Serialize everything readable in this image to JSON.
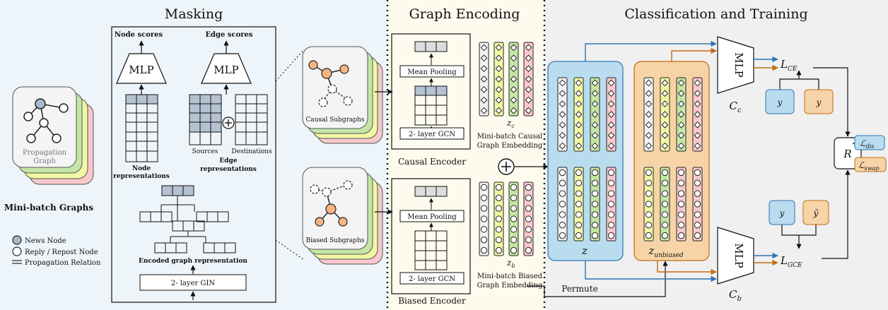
{
  "sections": {
    "masking": "Masking",
    "graph_encoding": "Graph Encoding",
    "classification": "Classification and Training"
  },
  "left": {
    "propagation_graph": "Propagation Graph",
    "minibatch_graphs": "Mini-batch Graphs",
    "legend": {
      "news_node": "News Node",
      "reply_node": "Reply / Repost Node",
      "relation": "Propagation Relation"
    }
  },
  "masking": {
    "node_scores": "Node scores",
    "edge_scores": "Edge scores",
    "mlp": "MLP",
    "node_repr_1": "Node",
    "node_repr_2": "representations",
    "sources": "Sources",
    "destinations": "Destinations",
    "edge_repr_1": "Edge",
    "edge_repr_2": "representations",
    "encoded": "Encoded graph representation",
    "gin": "2- layer GIN",
    "causal_subgraphs": "Causal Subgraphs",
    "biased_subgraphs": "Biased Subgraphs"
  },
  "encoding": {
    "mean_pooling": "Mean Pooling",
    "gcn": "2- layer GCN",
    "causal_encoder": "Causal Encoder",
    "biased_encoder": "Biased Encoder",
    "zc": "z",
    "zc_sub": "c",
    "zb": "z",
    "zb_sub": "b",
    "causal_emb_1": "Mini-batch Causal",
    "causal_emb_2": "Graph Embedding",
    "biased_emb_1": "Mini-batch Biased",
    "biased_emb_2": "Graph Embedding"
  },
  "classification": {
    "z": "z",
    "z_unbiased": "z",
    "z_unbiased_sub": "unbiased",
    "mlp": "MLP",
    "cc": "C",
    "cc_sub": "c",
    "cb": "C",
    "cb_sub": "b",
    "lce": "L",
    "lce_sub": "CE",
    "lgce": "L",
    "lgce_sub": "GCE",
    "y": "y",
    "y_tilde": "ỹ",
    "r": "R",
    "ldis": "ℒ",
    "ldis_sub": "dis",
    "lswap": "ℒ",
    "lswap_sub": "swap",
    "permute": "Permute"
  },
  "colors": {
    "blue": "#b9dcef",
    "orange": "#f6d4a7",
    "grey": "#f2f2f2",
    "green": "#c4e5a6",
    "yellow": "#f1f7a4",
    "pink": "#f8c9cc",
    "node_grey": "#a9b8c8"
  }
}
